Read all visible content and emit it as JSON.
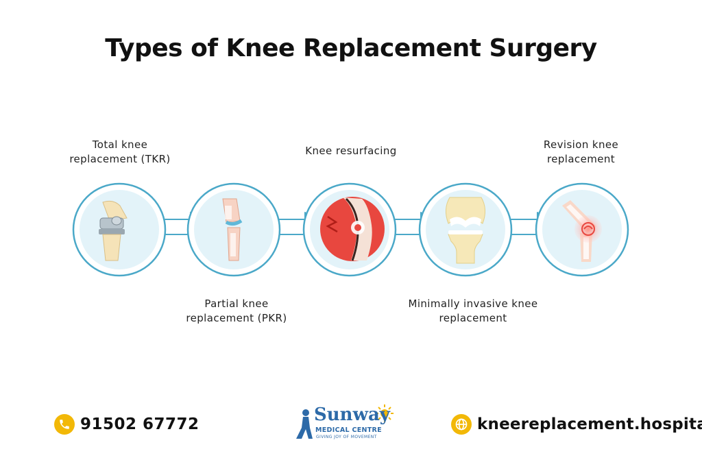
{
  "title": "Types of Knee Replacement Surgery",
  "steps": [
    {
      "line1": "Total knee",
      "line2": "replacement (TKR)",
      "icon": "knee-implant-icon"
    },
    {
      "line1": "Partial knee",
      "line2": "replacement (PKR)",
      "icon": "partial-knee-icon"
    },
    {
      "line1": "Knee resurfacing",
      "line2": "",
      "icon": "knee-pain-icon"
    },
    {
      "line1": "Minimally invasive knee",
      "line2": "replacement",
      "icon": "knee-joint-icon"
    },
    {
      "line1": "Revision knee",
      "line2": "replacement",
      "icon": "knee-bend-pain-icon"
    }
  ],
  "footer": {
    "phone": "91502 67772",
    "website": "kneereplacement.hospital",
    "logo_name": "Sunway",
    "logo_subtitle": "MEDICAL CENTRE",
    "logo_tagline": "GIVING JOY OF MOVEMENT"
  },
  "colors": {
    "ring": "#4aa8c8",
    "ring_inner": "#e3f3f9",
    "accent_yellow": "#f2b807",
    "logo_blue": "#2d6aa8",
    "pain_red": "#e8473f"
  }
}
